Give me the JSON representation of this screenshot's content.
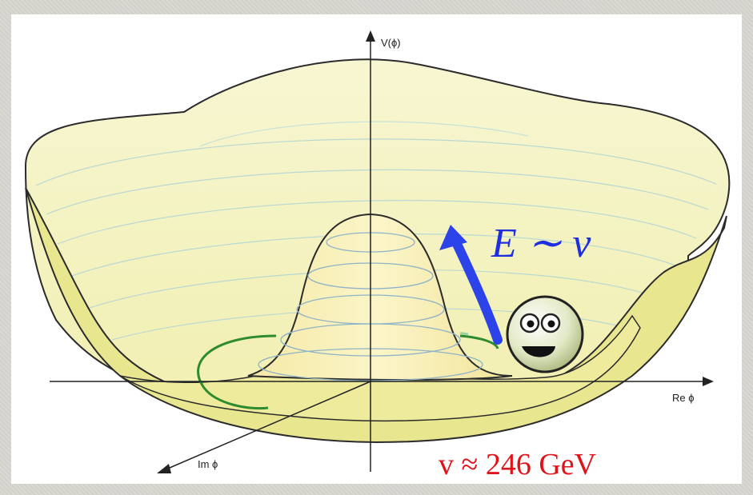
{
  "axes": {
    "vertical_label": "V(ϕ)",
    "real_label": "Re ϕ",
    "imag_label": "Im ϕ"
  },
  "annotations": {
    "energy_label": "E ∼ v",
    "vev_label": "v ≈ 246 GeV"
  },
  "colors": {
    "bowl_fill": "#f3f1b6",
    "bowl_rim": "#dedc7e",
    "arrow": "#2b43e8",
    "vev_circle": "#2e8b2e",
    "vev_text": "#e0121a"
  },
  "icons": [
    "smiley-ball-icon"
  ]
}
